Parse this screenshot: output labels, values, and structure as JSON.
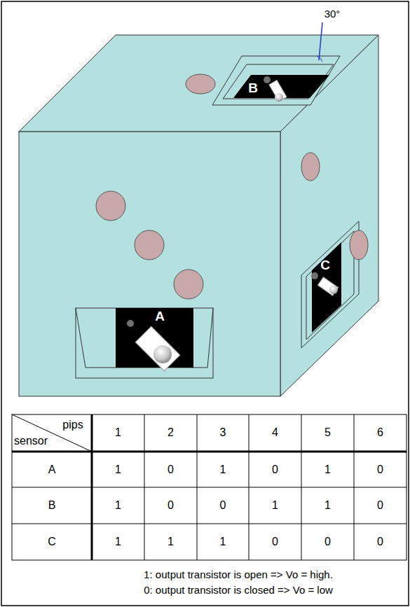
{
  "diagram": {
    "labels": [
      "30°",
      "B",
      "C",
      "A",
      "pips",
      "sensor",
      "1",
      "2",
      "3",
      "4",
      "5",
      "6",
      "A",
      "1",
      "0",
      "1",
      "0",
      "1",
      "0",
      "B",
      "1",
      "0",
      "0",
      "1",
      "1",
      "0",
      "C",
      "1",
      "1",
      "1",
      "0",
      "0",
      "0",
      "1: output transistor is open => Vo = high.",
      "0: output transistor is closed => Vo = low"
    ]
  }
}
